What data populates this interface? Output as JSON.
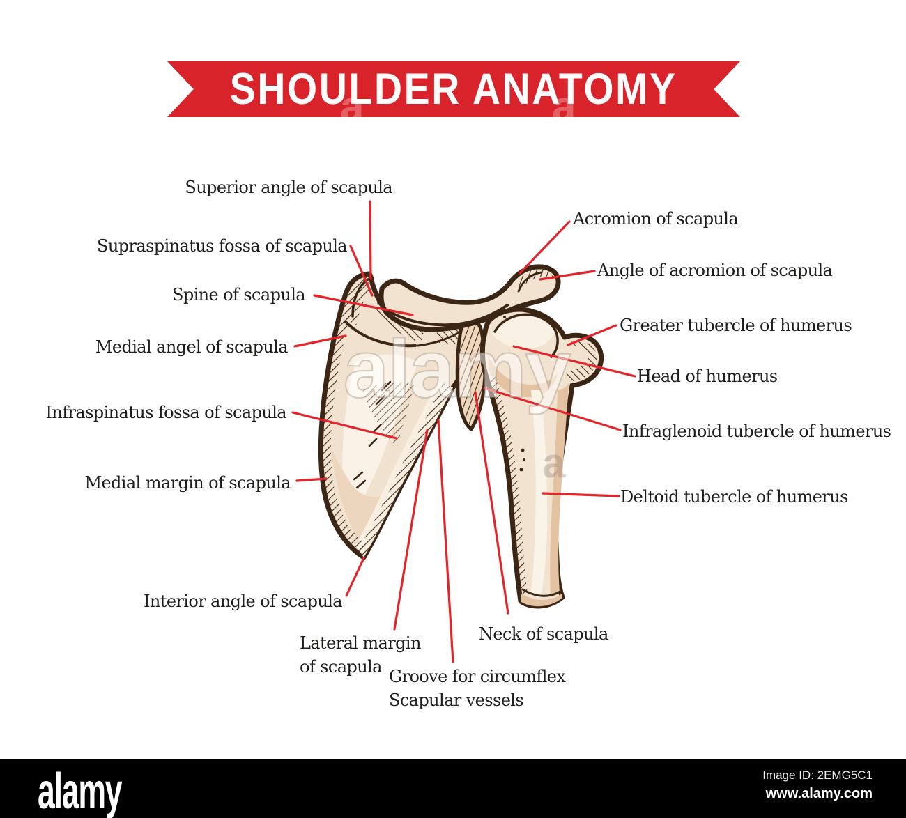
{
  "banner": {
    "title": "SHOULDER ANATOMY",
    "color": "#d8232a"
  },
  "diagram": {
    "labels": [
      {
        "id": "superior-angle",
        "text": "Superior angle of scapula"
      },
      {
        "id": "supraspinatus-fossa",
        "text": "Supraspinatus fossa of scapula"
      },
      {
        "id": "spine",
        "text": "Spine of scapula"
      },
      {
        "id": "medial-angel",
        "text": "Medial angel of scapula"
      },
      {
        "id": "infraspinatus-fossa",
        "text": "Infraspinatus fossa of scapula"
      },
      {
        "id": "medial-margin",
        "text": "Medial margin of scapula"
      },
      {
        "id": "interior-angle",
        "text": "Interior angle of scapula"
      },
      {
        "id": "lateral-margin",
        "text": "Lateral margin\nof scapula"
      },
      {
        "id": "groove-circumflex",
        "text": "Groove for circumflex\nScapular vessels"
      },
      {
        "id": "neck",
        "text": "Neck of scapula"
      },
      {
        "id": "acromion",
        "text": "Acromion of scapula"
      },
      {
        "id": "angle-of-acromion",
        "text": "Angle of acromion of scapula"
      },
      {
        "id": "greater-tubercle",
        "text": "Greater tubercle of humerus"
      },
      {
        "id": "head-of-humerus",
        "text": "Head of humerus"
      },
      {
        "id": "infraglenoid",
        "text": "Infraglenoid tubercle of humerus"
      },
      {
        "id": "deltoid-tubercle",
        "text": "Deltoid tubercle of humerus"
      }
    ],
    "bones": [
      "scapula",
      "humerus"
    ]
  },
  "watermarks": {
    "center": "alamy",
    "small": "a"
  },
  "footer": {
    "brand": "alamy",
    "image_id": "Image ID: 2EMG5C1",
    "website": "www.alamy.com"
  },
  "colors": {
    "banner_red": "#d8232a",
    "leader_red": "#e3242b",
    "bone_outline": "#3b2515",
    "bone_fill": "#f2e3d0",
    "bone_shade": "#e2c2a0",
    "label_text": "#1d1d1b",
    "footer_bg": "#000000"
  }
}
